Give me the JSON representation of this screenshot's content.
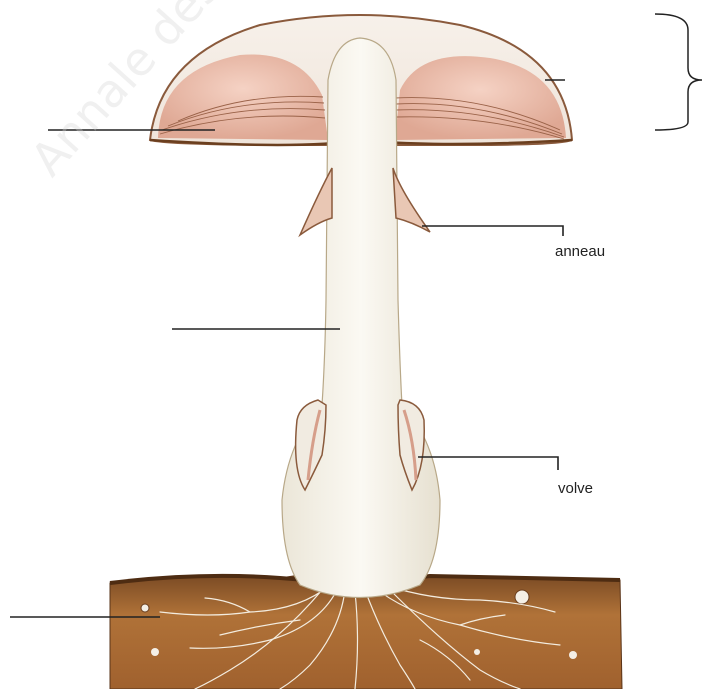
{
  "labels": {
    "anneau": "anneau",
    "volve": "volve"
  },
  "watermark": {
    "text": "Annale des Sujets d'Examen"
  },
  "colors": {
    "stipe": "#f4f1e8",
    "gills": "#e8b9a6",
    "cap_rim": "#8a5a3c",
    "soil": "#a8693a",
    "soil_dark": "#6b3f1f",
    "line": "#222222"
  }
}
